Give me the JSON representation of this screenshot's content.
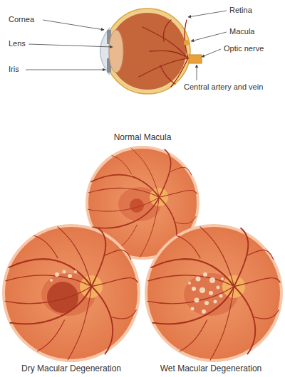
{
  "diagram": {
    "labels": [
      "Cornea",
      "Lens",
      "Iris",
      "Retina",
      "Macula",
      "Optic nerve",
      "Central artery and vein",
      "Normal Macula",
      "Dry Macular Degeneration",
      "Wet Macular Degeneration"
    ]
  }
}
